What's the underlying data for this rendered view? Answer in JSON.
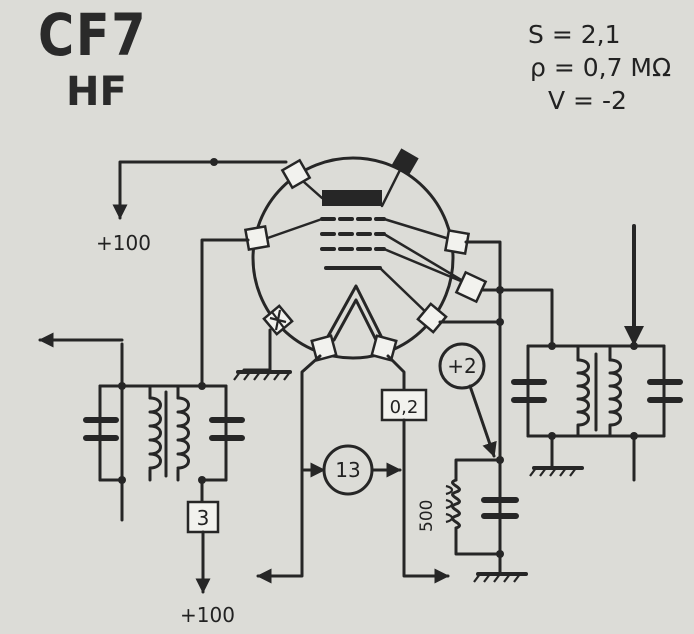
{
  "tube": {
    "name": "CF7",
    "type": "HF"
  },
  "parameters": {
    "slope": "S = 2,1",
    "resistance": "ρ = 0,7 MΩ",
    "bias": "V = -2"
  },
  "labels": {
    "supply_top": "+100",
    "supply_bottom": "+100",
    "anode_winding": "3",
    "cathode_resistor_box": "0,2",
    "heater": "13",
    "cathode_bias": "+2",
    "resistor": "500"
  },
  "colors": {
    "background": "#dcdcd7",
    "ink": "#262626"
  }
}
